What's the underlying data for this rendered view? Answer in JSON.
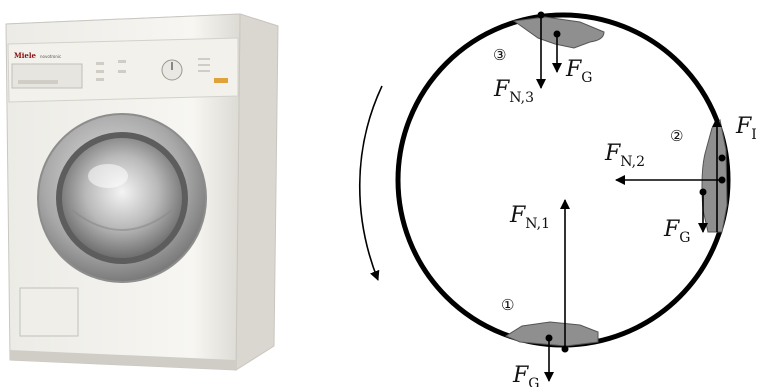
{
  "photo": {
    "brand": "Miele",
    "model_text": "novotronic"
  },
  "diagram": {
    "positions": {
      "p1": "①",
      "p2": "②",
      "p3": "③"
    },
    "forces": {
      "fn3": {
        "main": "F",
        "sub": "N,3"
      },
      "fg3": {
        "main": "F",
        "sub": "G"
      },
      "fn2": {
        "main": "F",
        "sub": "N,2"
      },
      "fg2": {
        "main": "F",
        "sub": "G"
      },
      "fn1": {
        "main": "F",
        "sub": "N,1"
      },
      "fg1": {
        "main": "F",
        "sub": "G"
      },
      "clipped_right": {
        "main": "F",
        "sub": "I"
      }
    }
  }
}
